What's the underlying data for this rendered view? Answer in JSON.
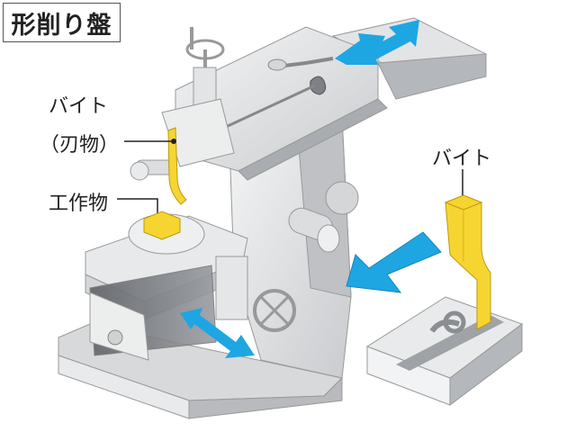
{
  "title": "形削り盤",
  "labels": {
    "tool_line1": "バイト",
    "tool_line2": "（刃物）",
    "workpiece": "工作物",
    "tool_detail": "バイト"
  },
  "colors": {
    "arrow": "#1ea6e3",
    "tool_yellow": "#f7d531",
    "metal_light": "#e8e9eb",
    "metal_mid": "#c7c9cc",
    "metal_dark": "#8f9296"
  }
}
